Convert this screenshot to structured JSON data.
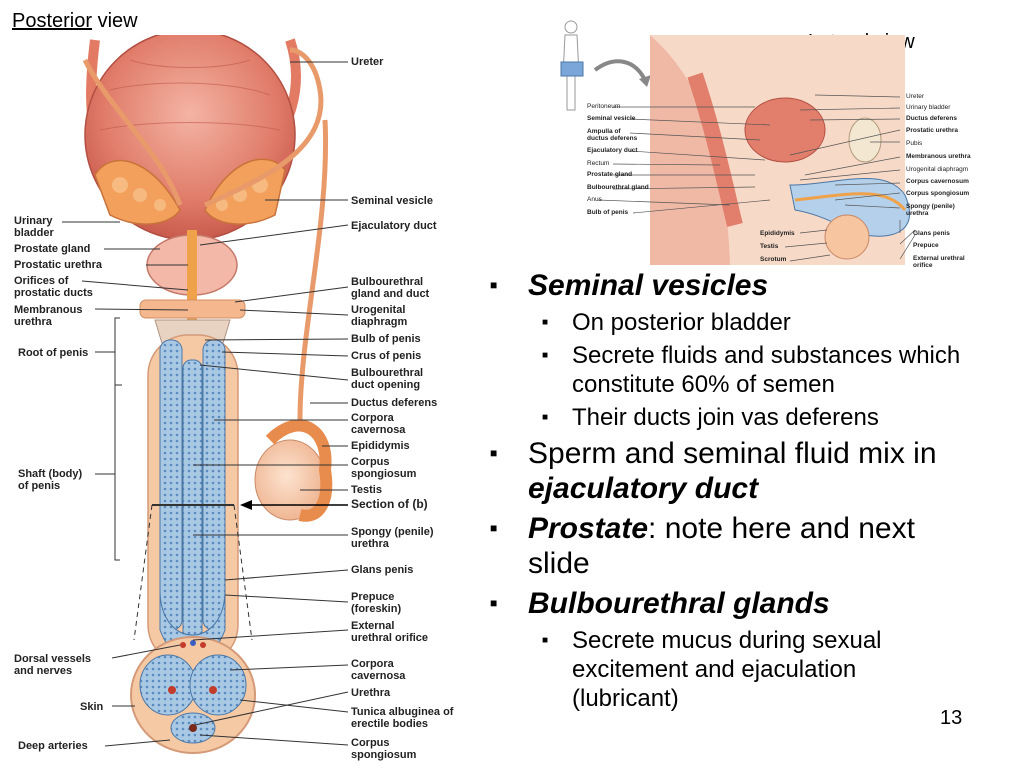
{
  "titles": {
    "posterior_prefix": "Posterior",
    "posterior_suffix": " view",
    "lateral": "Lateral view"
  },
  "posterior_labels": {
    "ureter": "Ureter",
    "seminal_vesicle": "Seminal vesicle",
    "ejaculatory_duct": "Ejaculatory duct",
    "urinary_bladder": "Urinary\nbladder",
    "prostate_gland": "Prostate gland",
    "prostatic_urethra": "Prostatic urethra",
    "orifices": "Orifices of\nprostatic ducts",
    "membranous_urethra": "Membranous\nurethra",
    "bulbourethral_gland": "Bulbourethral\ngland and duct",
    "urogenital_diaphragm": "Urogenital\ndiaphragm",
    "bulb_of_penis": "Bulb of penis",
    "crus_of_penis": "Crus of penis",
    "bulbourethral_opening": "Bulbourethral\nduct opening",
    "ductus_deferens": "Ductus deferens",
    "root_of_penis": "Root of penis",
    "corpora_cavernosa": "Corpora\ncavernosa",
    "epididymis": "Epididymis",
    "corpus_spongiosum": "Corpus\nspongiosum",
    "testis": "Testis",
    "section_of_b": "Section of (b)",
    "shaft": "Shaft (body)\nof penis",
    "spongy_urethra": "Spongy (penile)\nurethra",
    "glans_penis": "Glans penis",
    "prepuce": "Prepuce\n(foreskin)",
    "external_orifice": "External\nurethral orifice",
    "dorsal_vessels": "Dorsal vessels\nand nerves",
    "xs_corpora_cavernosa": "Corpora\ncavernosa",
    "urethra": "Urethra",
    "skin": "Skin",
    "tunica": "Tunica albuginea of\nerectile bodies",
    "deep_arteries": "Deep arteries",
    "xs_corpus_spongiosum": "Corpus\nspongiosum"
  },
  "lateral_labels": {
    "left": [
      "Peritoneum",
      "Seminal vesicle",
      "Ampulla of\nductus deferens",
      "Ejaculatory duct",
      "Rectum",
      "Prostate gland",
      "Bulbourethral gland",
      "Anus",
      "Bulb of penis"
    ],
    "right": [
      "Ureter",
      "Urinary bladder",
      "Ductus deferens",
      "Prostatic urethra",
      "Pubis",
      "Membranous urethra",
      "Urogenital diaphragm",
      "Corpus cavernosum",
      "Corpus spongiosum",
      "Spongy (penile)\nurethra",
      "Glans penis",
      "Prepuce",
      "External urethral\norifice"
    ],
    "bottom": [
      "Epididymis",
      "Testis",
      "Scrotum"
    ]
  },
  "bullets": {
    "b1": "Seminal vesicles",
    "b1_sub": [
      "On posterior bladder",
      "Secrete fluids and substances which constitute 60% of semen",
      "Their ducts join vas deferens"
    ],
    "b2_pre": "Sperm and seminal fluid mix in ",
    "b2_em": "ejaculatory duct",
    "b3_em": "Prostate",
    "b3_post": ": note here and next slide",
    "b4": "Bulbourethral glands",
    "b4_sub": [
      "Secrete mucus during sexual excitement and ejaculation (lubricant)"
    ]
  },
  "page_number": "13"
}
